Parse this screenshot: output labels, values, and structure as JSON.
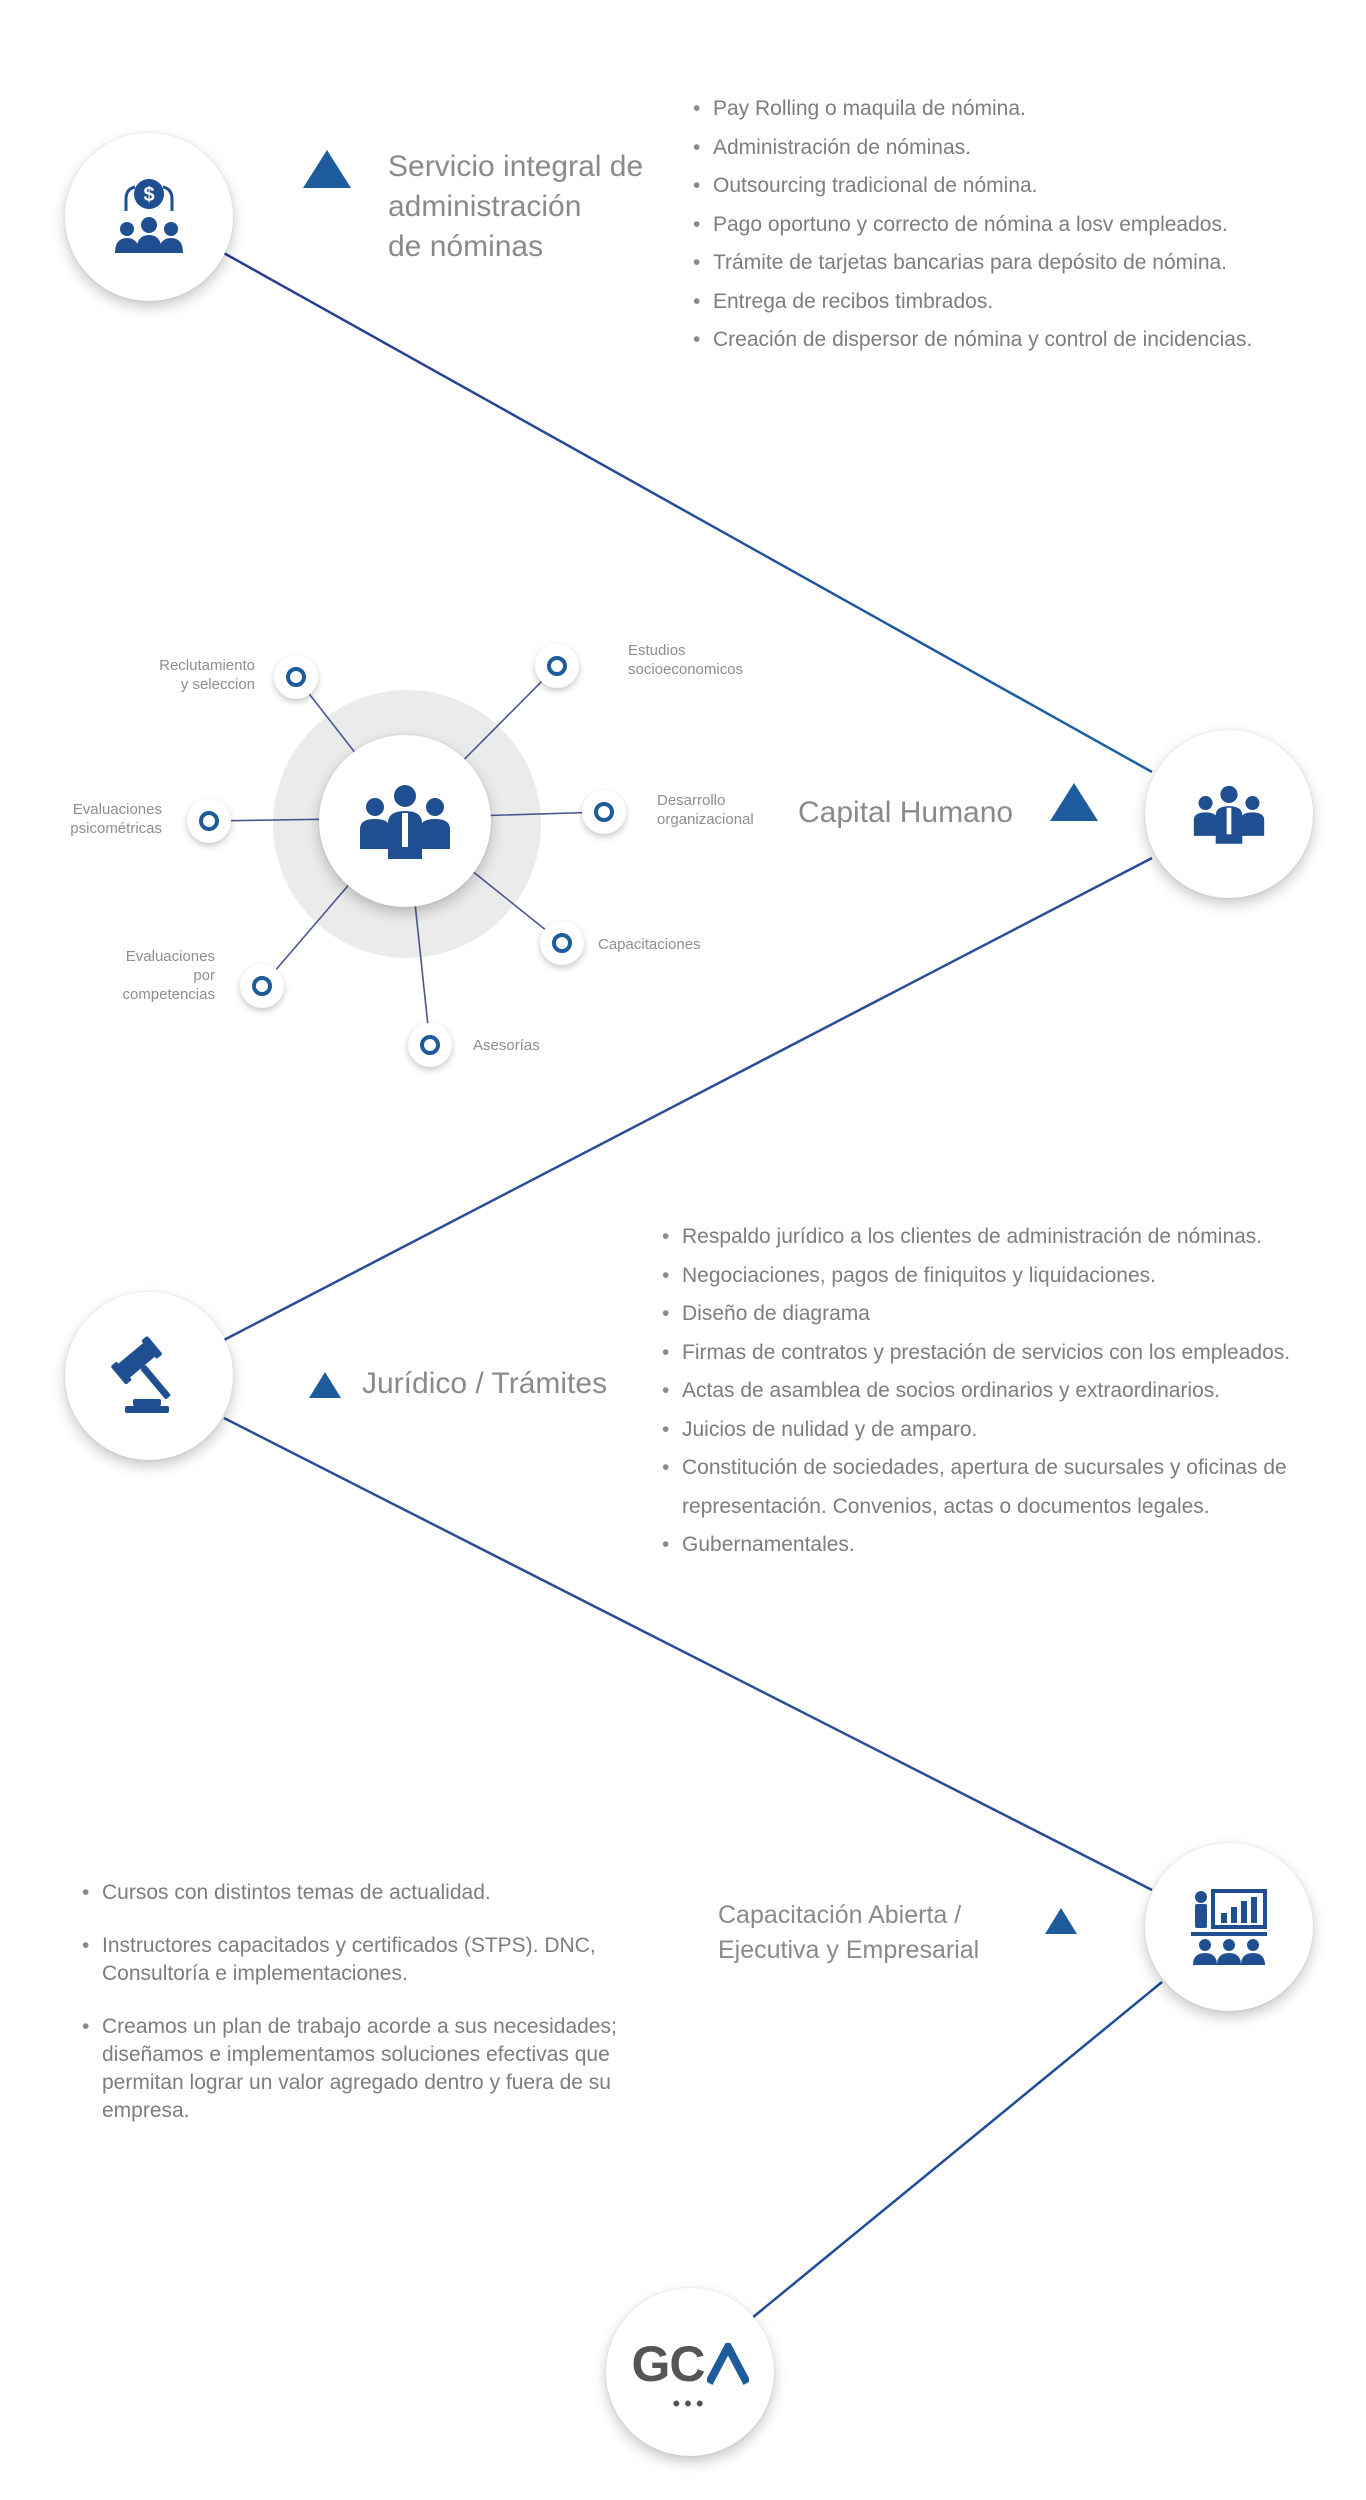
{
  "sections": [
    {
      "title_lines": [
        "Servicio integral de",
        "administración",
        "de nóminas"
      ],
      "items": [
        "Pay Rolling o maquila de nómina.",
        "Administración de nóminas.",
        "Outsourcing tradicional de nómina.",
        "Pago oportuno y correcto de nómina a losv empleados.",
        "Trámite de tarjetas bancarias para depósito de nómina.",
        "Entrega de recibos timbrados.",
        "Creación de dispersor de nómina y control de incidencias."
      ],
      "icon": "payroll-dollar-icon"
    },
    {
      "title": "Capital Humano",
      "icon": "team-icon",
      "spokes": [
        {
          "label_lines": [
            "Reclutamiento",
            "y seleccion"
          ]
        },
        {
          "label_lines": [
            "Estudios",
            "socioeconomicos"
          ]
        },
        {
          "label_lines": [
            "Evaluaciones",
            "psicométricas"
          ]
        },
        {
          "label_lines": [
            "Desarrollo",
            "organizacional"
          ]
        },
        {
          "label_lines": [
            "Evaluaciones",
            "por",
            "competencias"
          ]
        },
        {
          "label_lines": [
            "Capacitaciones"
          ]
        },
        {
          "label_lines": [
            "Asesorías"
          ]
        }
      ]
    },
    {
      "title": "Jurídico /  Trámites",
      "icon": "gavel-icon",
      "items": [
        "Respaldo jurídico a los clientes de administración de nóminas.",
        "Negociaciones, pagos de finiquitos y liquidaciones.",
        "Diseño de diagrama",
        "Firmas de contratos y prestación de servicios con los empleados.",
        "Actas de asamblea de socios ordinarios y extraordinarios.",
        "Juicios de nulidad y de amparo.",
        "Constitución de sociedades, apertura de sucursales y oficinas de representación. Convenios, actas o documentos legales.",
        "Gubernamentales."
      ]
    },
    {
      "title_lines": [
        "Capacitación Abierta /",
        "Ejecutiva y Empresarial"
      ],
      "icon": "presentation-icon",
      "items": [
        "Cursos con distintos temas de actualidad.",
        "Instructores capacitados y certificados (STPS). DNC, Consultoría e implementaciones.",
        "Creamos un plan de trabajo acorde a sus necesidades; diseñamos e implementamos soluciones efectivas que permitan lograr un valor agregado dentro y fuera de su empresa."
      ]
    }
  ],
  "logo": {
    "text_gc": "GC",
    "text_a": "Λ",
    "dots": "•••"
  },
  "colors": {
    "accent": "#1e5b9c",
    "line": "#2a3f8f",
    "icon": "#1f4f91",
    "text": "#7d7d7d"
  }
}
